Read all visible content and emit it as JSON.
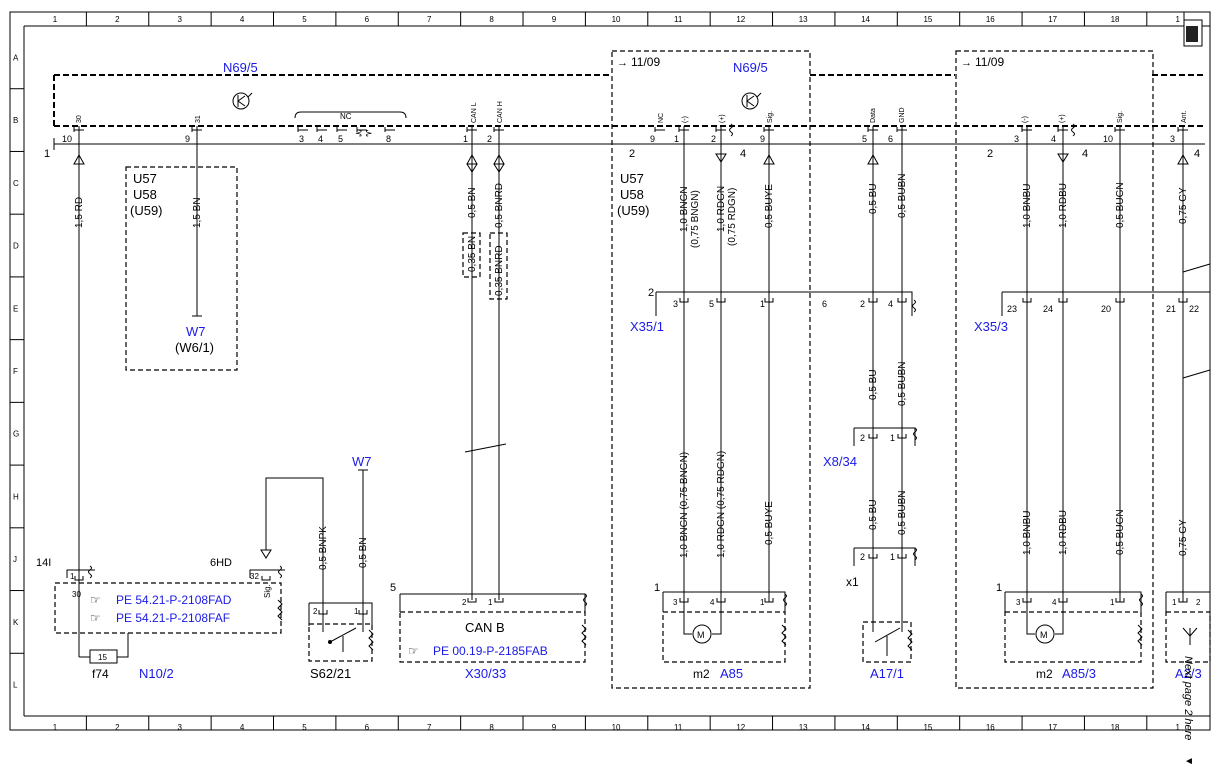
{
  "grid": {
    "columns": [
      "1",
      "2",
      "3",
      "4",
      "5",
      "6",
      "7",
      "8",
      "9",
      "10",
      "11",
      "12",
      "13",
      "14",
      "15",
      "16",
      "17",
      "18",
      "1"
    ],
    "rows": [
      "A",
      "B",
      "C",
      "D",
      "E",
      "F",
      "G",
      "H",
      "J",
      "K",
      "L"
    ]
  },
  "components": {
    "n69_5_left": "N69/5",
    "n69_5_right": "N69/5",
    "date_1": "11/09",
    "date_2": "11/09",
    "u_group_left": [
      "U57",
      "U58",
      "(U59)"
    ],
    "u_group_right": [
      "U57",
      "U58",
      "(U59)"
    ],
    "w7_upper": "W7",
    "w6_1": "(W6/1)",
    "w7_lower": "W7",
    "x35_1": "X35/1",
    "x35_3": "X35/3",
    "x8_34": "X8/34",
    "x1": "x1",
    "n10_2": "N10/2",
    "f74": "f74",
    "s62_21": "S62/21",
    "x30_33": "X30/33",
    "a85": "A85",
    "a85_3": "A85/3",
    "a17_1": "A17/1",
    "a2_3": "A2/3",
    "m2_left": "m2",
    "m2_right": "m2",
    "can_b": "CAN B",
    "fuse_15": "15"
  },
  "refs": {
    "pe_54_fad": "PE 54.21-P-2108FAD",
    "pe_54_faf": "PE 54.21-P-2108FAF",
    "pe_00_19": "PE 00.19-P-2185FAB",
    "next_page": "Next page 2 here"
  },
  "pins_top": {
    "p30": "30",
    "p31": "31",
    "nc_top": "NC",
    "canl": "CAN L",
    "canh": "CAN H",
    "nc2": "NC",
    "minus": "(-)",
    "plus": "(+)",
    "sig": "Sig.",
    "data": "Data",
    "gnd": "GND",
    "minus2": "(-)",
    "plus2": "(+)",
    "sig2": "Sig.",
    "ant": "Ant."
  },
  "pin_numbers": {
    "n10": "10",
    "n9": "9",
    "n3": "3",
    "n4": "4",
    "n5": "5",
    "n8": "8",
    "n1": "1",
    "n2": "2",
    "side1": "1",
    "b2": "2",
    "b9": "9",
    "b1": "1",
    "b2b": "2",
    "b4": "4",
    "b9b": "9",
    "b5": "5",
    "b6": "6",
    "c2": "2",
    "c3": "3",
    "c4": "4",
    "c4b": "4",
    "c10": "10",
    "c3b": "3",
    "c4c": "4"
  },
  "wires": {
    "w_15rd": "1,5 RD",
    "w_15bn": "1,5 BN",
    "w_05bn_a": "0,5 BN",
    "w_05bnrd": "0,5 BNRD",
    "w_035bn": "0,35 BN",
    "w_035bnrd": "0,35 BNRD",
    "w_10bngn": "1,0 BNGN",
    "w_075bngn": "(0,75 BNGN)",
    "w_10rdgn": "1,0 RDGN",
    "w_075rdgn": "(0,75 RDGN)",
    "w_05buye": "0,5 BUYE",
    "w_05bu": "0,5 BU",
    "w_05bubn": "0,5 BUBN",
    "w_10bnbu": "1,0 BNBU",
    "w_10rdbu": "1,0 RDBU",
    "w_05bugn": "0,5 BUGN",
    "w_075gy": "0,75 GY",
    "w_05bu_f": "0,5 BU",
    "w_05bubn_f": "0,5 BUBN",
    "w_h_bngn": "1,0 BNGN (0,75 BNGN)",
    "w_h_rdgn": "1,0 RDGN (0,75 RDGN)",
    "w_h_buye": "0,5 BUYE",
    "w_h_bu": "0,5 BU",
    "w_h_bubn": "0,5 BUBN",
    "w_h_bnbu": "1,0 BNBU",
    "w_h_rdbu": "1,0 RDBU",
    "w_h_bugn": "0,5 BUGN",
    "w_h_gy": "0,75 GY",
    "w_bnpk": "0,5 BNPK",
    "w_bn_s": "0,5 BN"
  },
  "connector_pins": {
    "x35_1_side": "2",
    "x35_1": [
      "3",
      "5",
      "1",
      "6",
      "2",
      "4"
    ],
    "x35_3": [
      "23",
      "24",
      "20",
      "21",
      "22"
    ],
    "x8_34": [
      "2",
      "1"
    ],
    "x1": [
      "2",
      "1"
    ],
    "n10_pins": [
      "14I",
      "1",
      "30",
      "6HD",
      "32",
      "Sig."
    ],
    "s62_pins": [
      "2",
      "1"
    ],
    "x30_side": "5",
    "x30_pins": [
      "2",
      "1"
    ],
    "a85_side": "1",
    "a85_pins": [
      "3",
      "4",
      "1"
    ],
    "a85_3_side": "1",
    "a85_3_pins": [
      "3",
      "4",
      "1"
    ],
    "a2_3_pins": [
      "1",
      "2"
    ],
    "x1_side": "x1"
  }
}
